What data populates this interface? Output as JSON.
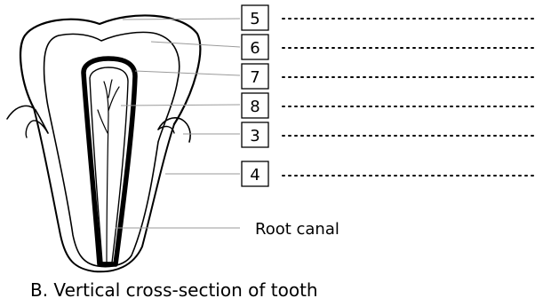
{
  "labels": {
    "label_5": "5",
    "label_6": "6",
    "label_7": "7",
    "label_8": "8",
    "label_3": "3",
    "label_4": "4",
    "root_canal": "Root canal"
  },
  "caption": "B. Vertical cross-section of tooth",
  "colors": {
    "line": "#000000",
    "leader_line": "#9a9a9a",
    "background": "#ffffff"
  }
}
